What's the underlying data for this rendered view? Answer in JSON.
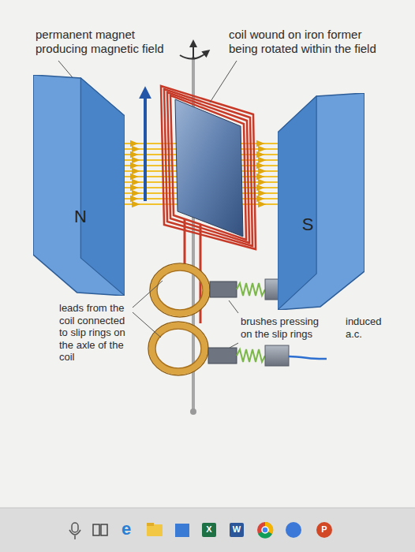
{
  "diagram": {
    "nodes": [
      {
        "text": [
          "N"
        ]
      },
      {
        "text": [
          "S"
        ]
      }
    ],
    "labels": [
      "permanent magnet producing magnetic field",
      "coil wound on iron former being rotated within the field",
      "leads from the coil connected to slip rings on the axle of the coil",
      "brushes pressing on the slip rings",
      "induced a.c.",
      "e",
      "X",
      "W",
      "P"
    ]
  }
}
